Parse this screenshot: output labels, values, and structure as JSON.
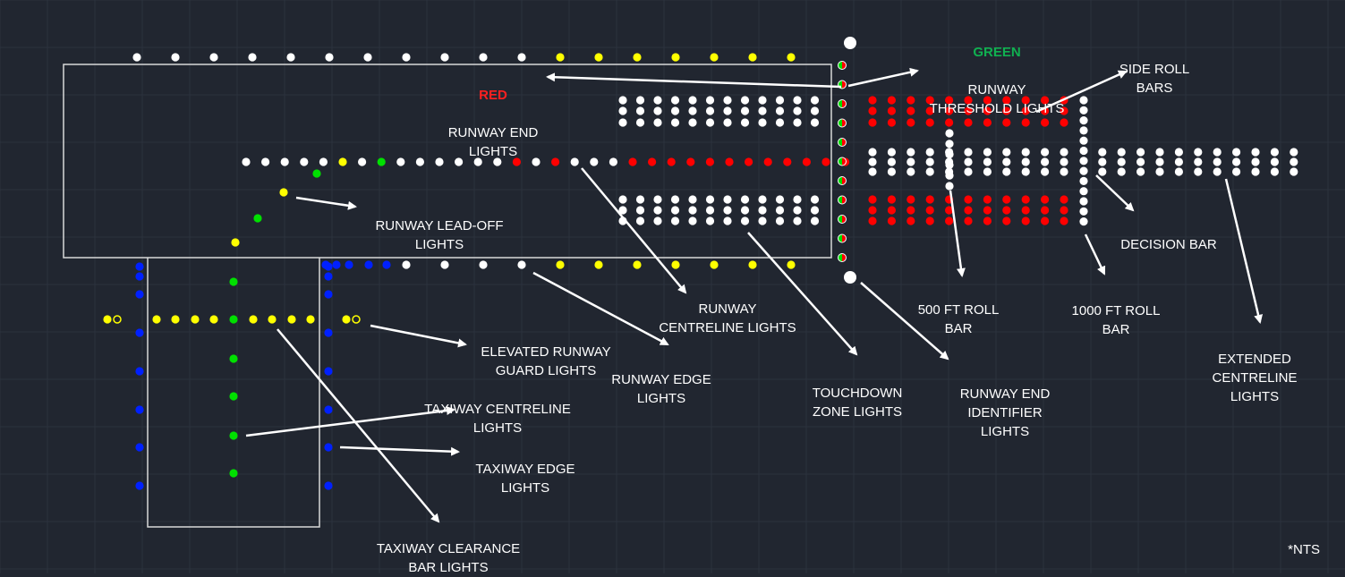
{
  "colors": {
    "background": "#212630",
    "grid": "#2c323d",
    "white": "#ffffff",
    "red": "#ff0000",
    "green": "#00e000",
    "yellow": "#ffff00",
    "blue": "#0020ff",
    "accent_red": "#ff2020",
    "accent_green": "#10b050"
  },
  "labels": {
    "runway_end": {
      "accent": "RED",
      "text": "RUNWAY END\nLIGHTS"
    },
    "threshold": {
      "accent": "GREEN",
      "text": "RUNWAY\nTHRESHOLD LIGHTS"
    },
    "side_roll": {
      "text": "SIDE ROLL\nBARS"
    },
    "lead_off": {
      "text": "RUNWAY LEAD-OFF\nLIGHTS"
    },
    "decision": {
      "text": "DECISION BAR"
    },
    "centreline": {
      "text": "RUNWAY\nCENTRELINE LIGHTS"
    },
    "roll500": {
      "text": "500 FT ROLL\nBAR"
    },
    "roll1000": {
      "text": "1000 FT ROLL\nBAR"
    },
    "guard": {
      "text": "ELEVATED RUNWAY\nGUARD LIGHTS"
    },
    "edge": {
      "text": "RUNWAY EDGE\nLIGHTS"
    },
    "touchdown": {
      "text": "TOUCHDOWN\nZONE LIGHTS"
    },
    "reil": {
      "text": "RUNWAY END\nIDENTIFIER\nLIGHTS"
    },
    "extended": {
      "text": "EXTENDED\nCENTRELINE\nLIGHTS"
    },
    "taxi_centre": {
      "text": "TAXIWAY CENTRELINE\nLIGHTS"
    },
    "taxi_edge": {
      "text": "TAXIWAY EDGE\nLIGHTS"
    },
    "clearance": {
      "text": "TAXIWAY CLEARANCE\nBAR LIGHTS"
    }
  },
  "note": "*NTS"
}
